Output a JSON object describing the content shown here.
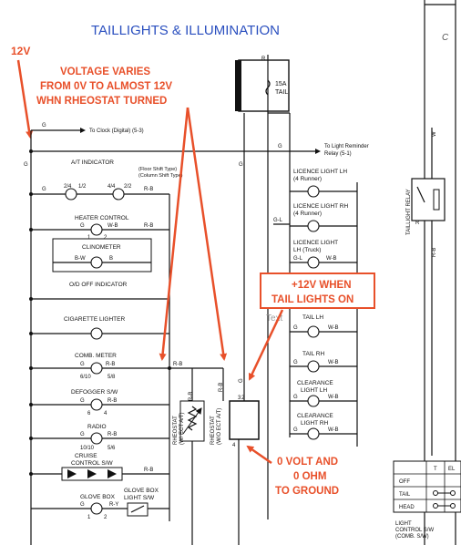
{
  "title": "TAILLIGHTS & ILLUMINATION",
  "corner_letter": "C",
  "supply": {
    "voltage": "12V"
  },
  "annotations": {
    "rheostat_note": [
      "VOLTAGE VARIES",
      "FROM 0V TO ALMOST 12V",
      "WHN RHEOSTAT TURNED"
    ],
    "tail_on_note": [
      "+12V WHEN",
      "TAIL LIGHTS ON"
    ],
    "ground_note": [
      "0 VOLT AND",
      "0 OHM",
      "TO GROUND"
    ],
    "stray_text": "Text"
  },
  "fuse": {
    "rating": "15A",
    "name": "TAIL",
    "wire": "R"
  },
  "wires": {
    "to_clock": "To Clock (Digital) (5-3)",
    "to_reminder_1": "To Light Reminder",
    "to_reminder_2": "Relay (5-1)",
    "g": "G",
    "rb": "R-B",
    "wb": "W-B",
    "bw": "B-W",
    "b": "B",
    "ry": "R-Y",
    "gl": "G-L",
    "w": "W",
    "r": "R"
  },
  "left_components": {
    "at_indicator": "A/T INDICATOR",
    "floor_shift": "(Floor Shift Type)",
    "column_shift": "(Column Shift Type)",
    "heater": "HEATER CONTROL",
    "clinometer": "CLINOMETER",
    "od_off": "O/D OFF INDICATOR",
    "cigarette": "CIGARETTE LIGHTER",
    "comb_meter": "COMB. METER",
    "defogger": "DEFOGGER S/W",
    "radio": "RADIO",
    "cruise_1": "CRUISE",
    "cruise_2": "CONTROL S/W",
    "glove_box": "GLOVE BOX",
    "glove_sw_1": "GLOVE BOX",
    "glove_sw_2": "LIGHT S/W"
  },
  "right_components": {
    "licence_lh_1": "LICENCE LIGHT LH",
    "licence_lh_2": "(4 Runner)",
    "licence_rh_1": "LICENCE LIGHT RH",
    "licence_rh_2": "(4 Runner)",
    "licence_truck_1": "LICENCE LIGHT",
    "licence_truck_2": "LH (Truck)",
    "tail_lh": "TAIL LH",
    "tail_rh": "TAIL RH",
    "clearance_lh_1": "CLEARANCE",
    "clearance_lh_2": "LIGHT LH",
    "clearance_rh_1": "CLEARANCE",
    "clearance_rh_2": "LIGHT RH"
  },
  "rheostats": {
    "a_1": "RHEOSTAT",
    "a_2": "(W/ ECT A/T)",
    "b_1": "RHEOSTAT",
    "b_2": "(W/O ECT A/T)"
  },
  "relay": {
    "name": "TAILLIGHT RELAY"
  },
  "light_switch": {
    "row_off": "OFF",
    "row_tail": "TAIL",
    "row_head": "HEAD",
    "col_t": "T",
    "col_el": "EL",
    "name_1": "LIGHT",
    "name_2": "CONTROL S/W",
    "name_3": "(COMB. S/W)"
  }
}
